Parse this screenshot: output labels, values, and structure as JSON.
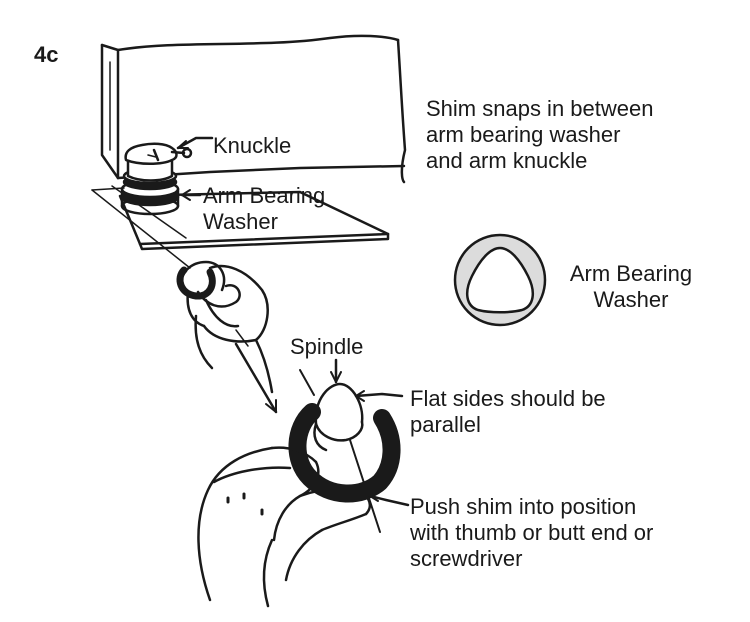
{
  "step": "4c",
  "labels": {
    "knuckle": "Knuckle",
    "arm_bearing_washer_left": "Arm Bearing\nWasher",
    "shim_note": "Shim snaps in between\narm bearing washer\nand arm knuckle",
    "arm_bearing_washer_right": "Arm Bearing\nWasher",
    "spindle": "Spindle",
    "flat_sides": "Flat sides should be\nparallel",
    "push_shim": "Push shim into position\nwith thumb or butt end or\nscrewdriver"
  }
}
